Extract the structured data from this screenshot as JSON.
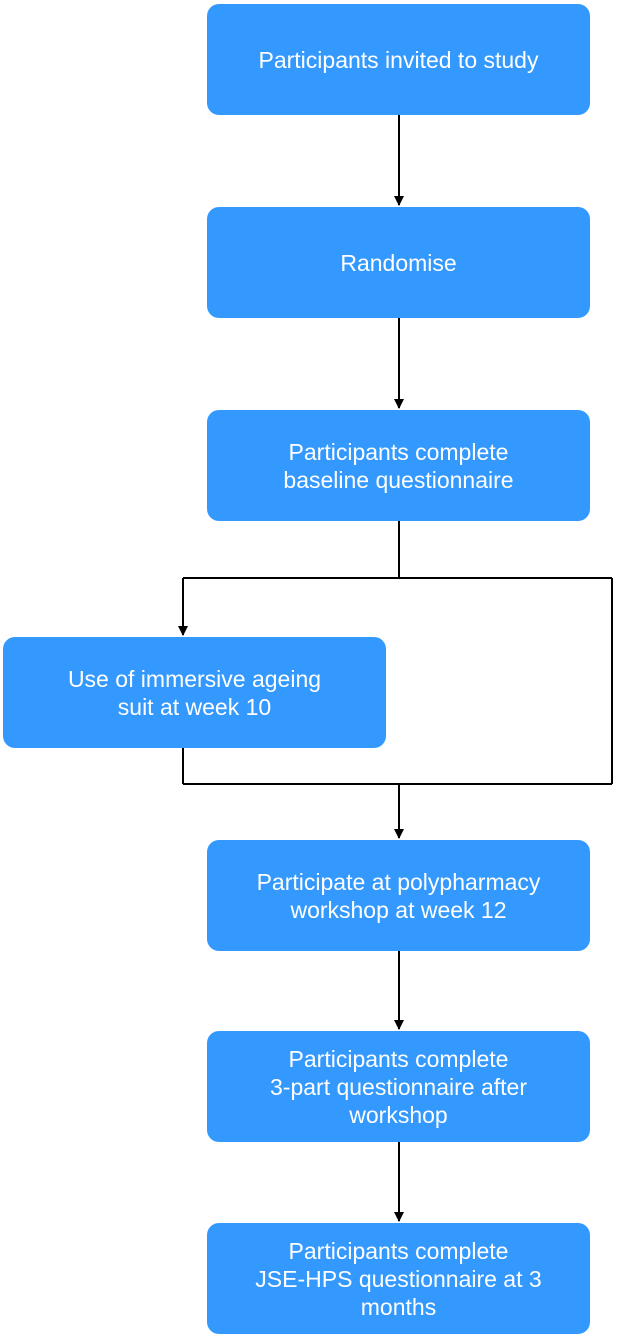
{
  "diagram": {
    "colors": {
      "node_fill": "#3399ff",
      "node_text": "#ffffff",
      "connector": "#000000"
    },
    "nodes": [
      {
        "id": "invite",
        "label": "Participants invited to study"
      },
      {
        "id": "random",
        "label": "Randomise"
      },
      {
        "id": "baseline",
        "label": "Participants complete\nbaseline questionnaire"
      },
      {
        "id": "suit",
        "label": "Use of immersive ageing\nsuit at week 10"
      },
      {
        "id": "workshop",
        "label": "Participate at polypharmacy\nworkshop at week 12"
      },
      {
        "id": "three",
        "label": "Participants complete\n3-part questionnaire after\nworkshop"
      },
      {
        "id": "jse",
        "label": "Participants complete\nJSE-HPS questionnaire at 3\nmonths"
      }
    ],
    "edges": [
      {
        "from": "invite",
        "to": "random"
      },
      {
        "from": "random",
        "to": "baseline"
      },
      {
        "from": "baseline",
        "to": "suit"
      },
      {
        "from": "baseline",
        "to": "workshop"
      },
      {
        "from": "suit",
        "to": "workshop"
      },
      {
        "from": "workshop",
        "to": "three"
      },
      {
        "from": "three",
        "to": "jse"
      }
    ]
  }
}
